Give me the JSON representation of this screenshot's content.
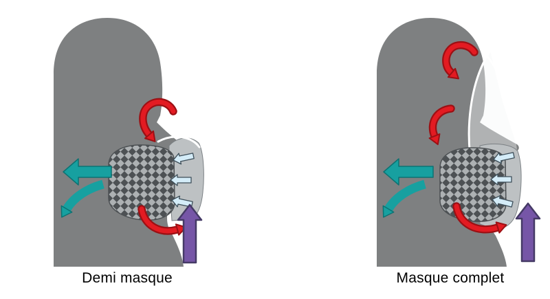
{
  "figures": [
    {
      "id": "demi-masque",
      "label": "Demi masque"
    },
    {
      "id": "masque-complet",
      "label": "Masque complet"
    }
  ],
  "colors": {
    "head": "#7e8081",
    "mask_light": "#bdc1c3",
    "checker_dark": "#4d5154",
    "checker_light": "#adb1b3",
    "leak_red": "#e31b22",
    "leak_red_dark": "#9c1014",
    "exhale_teal": "#17a0a0",
    "exhale_teal_dark": "#0c7272",
    "inhale_purple": "#7656a7",
    "inhale_purple_outline": "#453a66",
    "seal_blue": "#d4ecf8",
    "seal_blue_outline": "#3d4e59",
    "background": "#ffffff",
    "label_text": "#000000"
  }
}
